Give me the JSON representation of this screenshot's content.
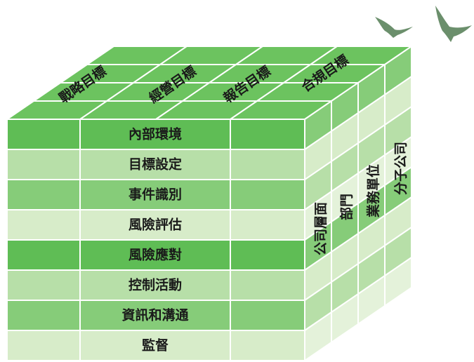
{
  "colors": {
    "dark": "#5fbd55",
    "medium": "#86cc79",
    "light": "#b7dfa8",
    "pale": "#d7ecc9",
    "top": "#6cc35f",
    "bird": "#6b8f6c"
  },
  "top_face": {
    "labels": [
      "戰略目標",
      "經營目標",
      "報告目標",
      "合規目標"
    ]
  },
  "front_face": {
    "rows": [
      {
        "label": "內部環境",
        "shade": "dark"
      },
      {
        "label": "目標設定",
        "shade": "light"
      },
      {
        "label": "事件識別",
        "shade": "medium"
      },
      {
        "label": "風險評估",
        "shade": "pale"
      },
      {
        "label": "風險應對",
        "shade": "dark"
      },
      {
        "label": "控制活動",
        "shade": "light"
      },
      {
        "label": "資訊和溝通",
        "shade": "medium"
      },
      {
        "label": "監督",
        "shade": "pale"
      }
    ]
  },
  "side_face": {
    "labels": [
      "公司層面",
      "部門",
      "業務單位",
      "分子公司"
    ]
  },
  "decoration": {
    "birds": [
      "bird-icon",
      "bird-icon"
    ]
  }
}
